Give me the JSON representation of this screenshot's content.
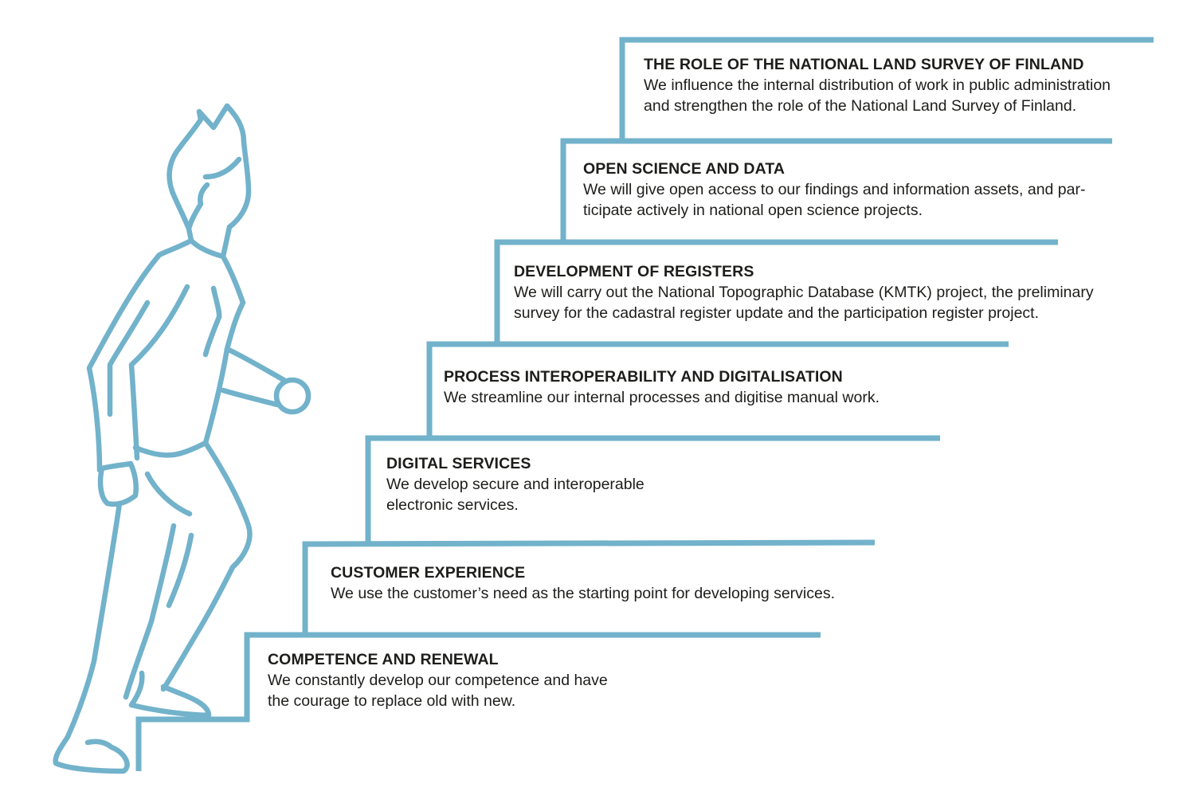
{
  "accent_color": "#72b2cb",
  "text_color": "#1d1d1b",
  "steps": [
    {
      "title": "COMPETENCE AND RENEWAL",
      "lines": [
        "We constantly develop our competence and have",
        "the courage to replace old with new."
      ]
    },
    {
      "title": "CUSTOMER EXPERIENCE",
      "lines": [
        "We use the customer’s need as the starting point for developing services."
      ]
    },
    {
      "title": "DIGITAL SERVICES",
      "lines": [
        "We develop secure and interoperable",
        "electronic services."
      ]
    },
    {
      "title": "PROCESS INTEROPERABILITY AND DIGITALISATION",
      "lines": [
        "We streamline our internal processes and digitise manual work."
      ]
    },
    {
      "title": "DEVELOPMENT OF REGISTERS",
      "lines": [
        "We will carry out the National Topographic Database (KMTK) project, the preliminary",
        "survey for the cadastral register update and the participation register project."
      ]
    },
    {
      "title": "OPEN SCIENCE AND DATA",
      "lines": [
        "We will give open access to our findings and information assets, and par-",
        "ticipate actively in national open science projects."
      ]
    },
    {
      "title": "THE ROLE OF THE NATIONAL LAND SURVEY OF FINLAND",
      "lines": [
        "We influence the internal distribution of work in public administration",
        "and strengthen the role of the National Land Survey of Finland."
      ]
    }
  ],
  "icons": {
    "figure": "walking-person-icon",
    "stairs": "staircase-icon"
  }
}
